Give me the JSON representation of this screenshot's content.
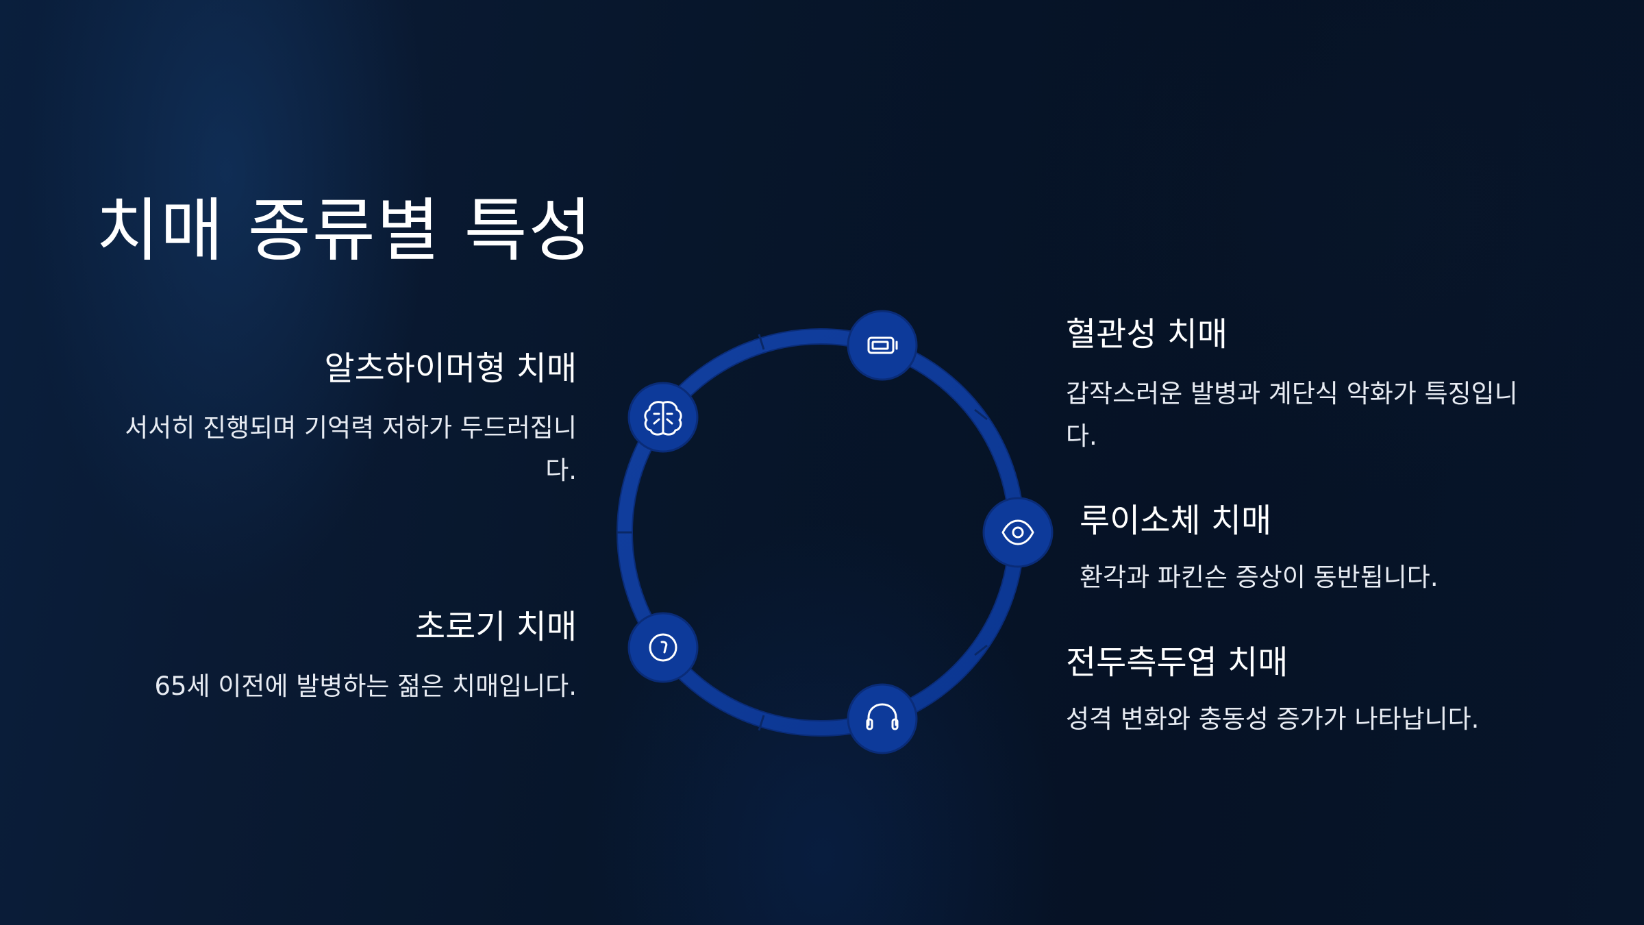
{
  "slide": {
    "title": "치매 종류별 특성"
  },
  "items": [
    {
      "title": "알츠하이머형 치매",
      "desc": "서서히 진행되며 기억력 저하가 두드러집니다.",
      "icon": "brain-icon"
    },
    {
      "title": "혈관성 치매",
      "desc": "갑작스러운 발병과 계단식 악화가 특징입니다.",
      "icon": "battery-icon"
    },
    {
      "title": "루이소체 치매",
      "desc": "환각과 파킨슨 증상이 동반됩니다.",
      "icon": "eye-icon"
    },
    {
      "title": "전두측두엽 치매",
      "desc": "성격 변화와 충동성 증가가 나타납니다.",
      "icon": "headphones-icon"
    },
    {
      "title": "초로기 치매",
      "desc": "65세 이전에 발병하는 젊은 치매입니다.",
      "icon": "gauge-icon"
    }
  ],
  "colors": {
    "ring": "#0d3a9a",
    "node": "#0d3a9a",
    "text": "#ffffff"
  }
}
